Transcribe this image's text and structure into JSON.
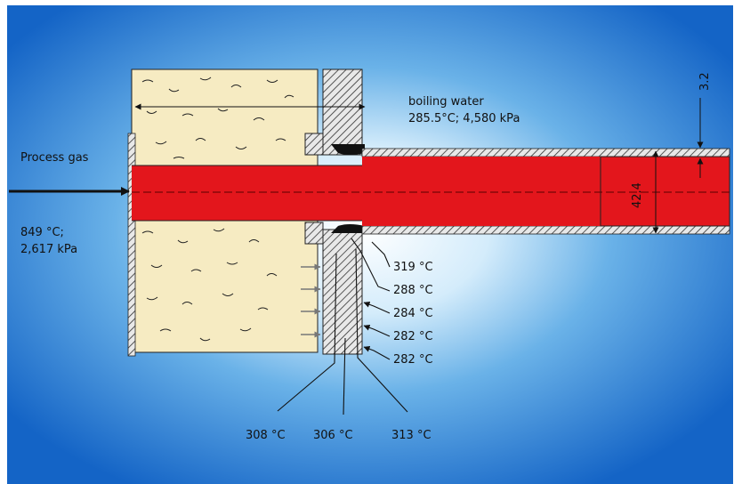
{
  "labels": {
    "boiling_water_1": "boiling water",
    "boiling_water_2": "285.5°C; 4,580 kPa",
    "process_gas": "Process gas",
    "inlet_temp": "849 °C;",
    "inlet_pressure": "2,617 kPa",
    "wall_thickness": "3.2",
    "tube_diameter": "42.4",
    "t319": "319 °C",
    "t288": "288 °C",
    "t284": "284 °C",
    "t282a": "282 °C",
    "t282b": "282 °C",
    "t308": "308 °C",
    "t306": "306 °C",
    "t313": "313 °C"
  },
  "colors": {
    "gas_red": "#e3161c",
    "insulation": "#f6ebc2",
    "background_outer": "#1464c6",
    "background_inner": "#ffffff",
    "steel_hatch": "#333333"
  }
}
